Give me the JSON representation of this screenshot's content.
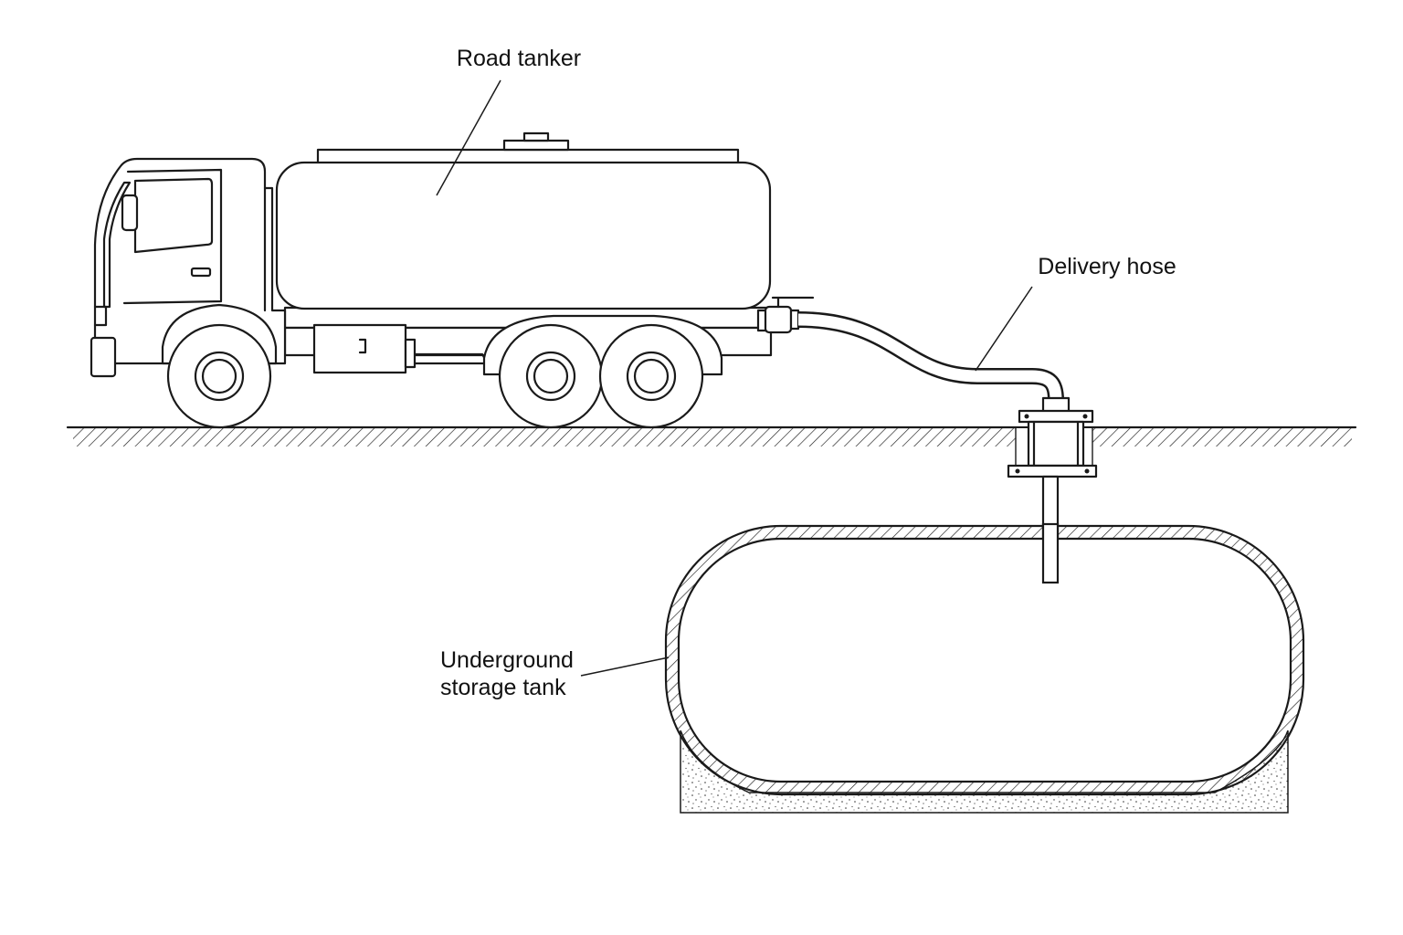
{
  "labels": {
    "road_tanker": "Road tanker",
    "delivery_hose": "Delivery hose",
    "storage_tank_line1": "Underground",
    "storage_tank_line2": "storage tank"
  },
  "colors": {
    "line": "#1a1a1a",
    "background": "#ffffff"
  }
}
